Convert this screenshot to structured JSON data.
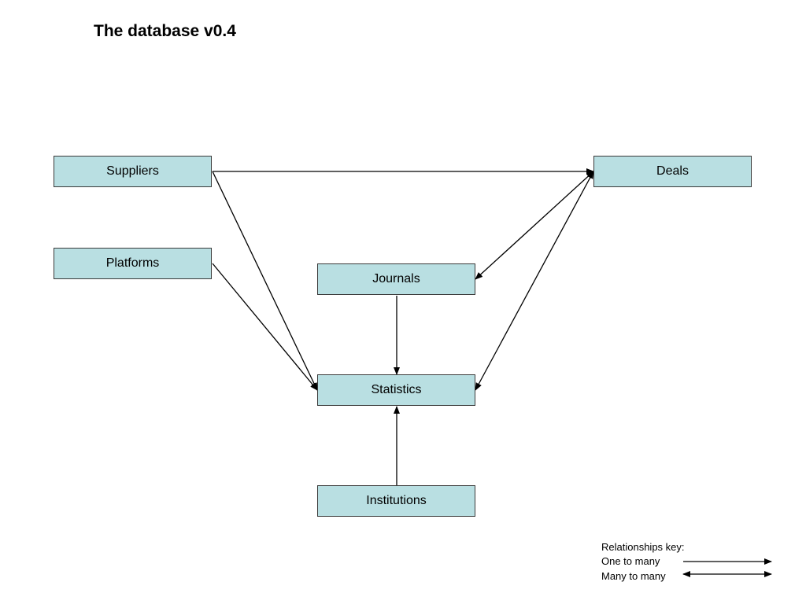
{
  "title": "The database v0.4",
  "colors": {
    "box_fill": "#b9dfe2",
    "box_border": "#3a3a3a",
    "line": "#000000"
  },
  "entities": {
    "suppliers": "Suppliers",
    "platforms": "Platforms",
    "deals": "Deals",
    "journals": "Journals",
    "statistics": "Statistics",
    "institutions": "Institutions"
  },
  "relationships": [
    {
      "from": "Suppliers",
      "to": "Deals",
      "type": "one-to-many"
    },
    {
      "from": "Suppliers",
      "to": "Statistics",
      "type": "one-to-many"
    },
    {
      "from": "Platforms",
      "to": "Statistics",
      "type": "one-to-many"
    },
    {
      "from": "Deals",
      "to": "Journals",
      "type": "many-to-many"
    },
    {
      "from": "Deals",
      "to": "Statistics",
      "type": "many-to-many"
    },
    {
      "from": "Journals",
      "to": "Statistics",
      "type": "one-to-many"
    },
    {
      "from": "Institutions",
      "to": "Statistics",
      "type": "one-to-many"
    }
  ],
  "key": {
    "heading": "Relationships key:",
    "one_to_many": "One to many",
    "many_to_many": "Many to many"
  }
}
